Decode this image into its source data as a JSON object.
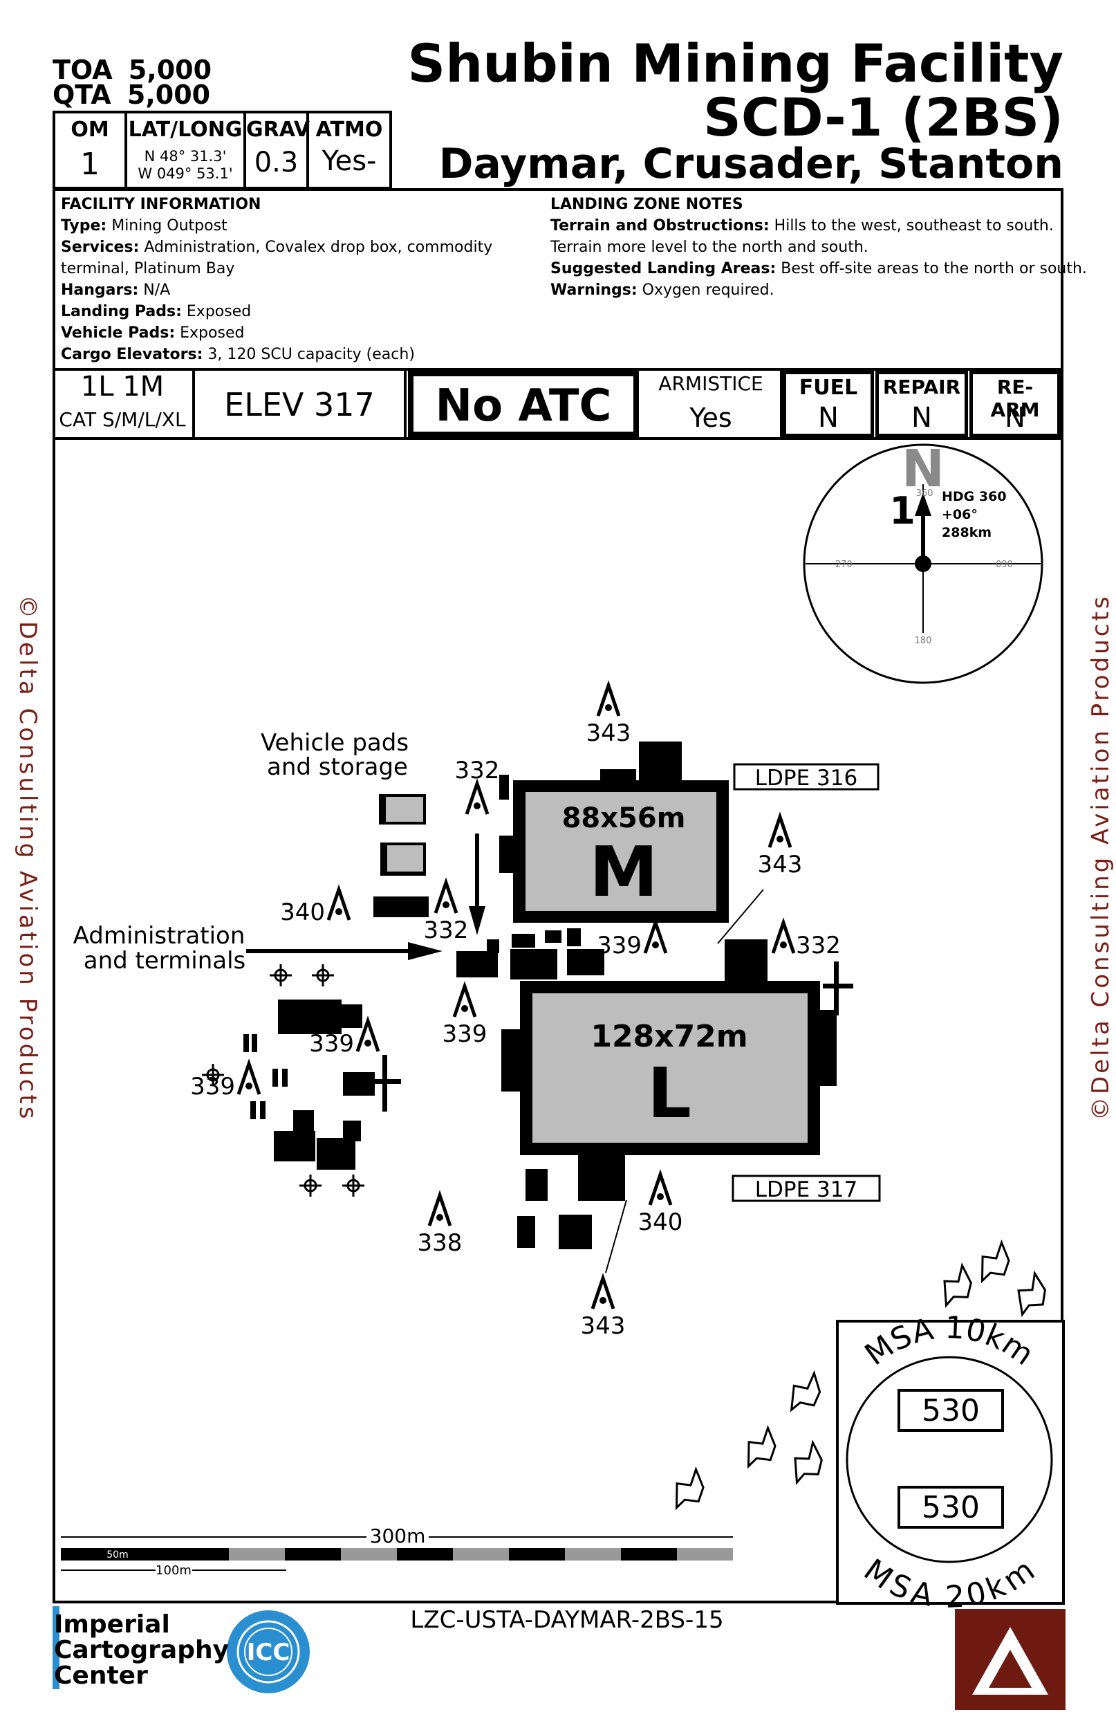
{
  "header": {
    "toa_label": "TOA",
    "toa_value": "5,000",
    "qta_label": "QTA",
    "qta_value": "5,000",
    "title_line1": "Shubin Mining Facility",
    "title_line2": "SCD-1 (2BS)",
    "title_line3": "Daymar, Crusader, Stanton"
  },
  "info_table": {
    "om_label": "OM",
    "om_value": "1",
    "latlong_label": "LAT/LONG",
    "lat_value": "N 48° 31.3'",
    "long_value": "W 049° 53.1'",
    "grav_label": "GRAV",
    "grav_value": "0.3",
    "atmo_label": "ATMO",
    "atmo_value": "Yes-"
  },
  "facility_info": {
    "heading": "FACILITY INFORMATION",
    "lines": [
      {
        "label": "Type:",
        "text": " Mining Outpost"
      },
      {
        "label": "Services:",
        "text": " Administration, Covalex drop box, commodity"
      },
      {
        "label": "",
        "text": "terminal, Platinum Bay"
      },
      {
        "label": "Hangars:",
        "text": " N/A"
      },
      {
        "label": "Landing Pads:",
        "text": " Exposed"
      },
      {
        "label": "Vehicle Pads:",
        "text": " Exposed"
      },
      {
        "label": "Cargo Elevators:",
        "text": " 3, 120 SCU capacity (each)"
      }
    ]
  },
  "landing_zone_notes": {
    "heading": "LANDING ZONE NOTES",
    "lines": [
      {
        "label": "Terrain and Obstructions:",
        "text": " Hills to the west, southeast to south."
      },
      {
        "label": "",
        "text": "Terrain more level to the north and south."
      },
      {
        "label": "Suggested Landing Areas:",
        "text": " Best off-site areas to the north or south."
      },
      {
        "label": "Warnings:",
        "text": " Oxygen required."
      }
    ]
  },
  "status_row": {
    "pads_value": "1L 1M",
    "pads_cat": "CAT S/M/L/XL",
    "elev": "ELEV 317",
    "atc": "No ATC",
    "armistice_label": "ARMISTICE",
    "armistice_value": "Yes",
    "fuel_label": "FUEL",
    "fuel_value": "N",
    "repair_label": "REPAIR",
    "repair_value": "N",
    "rearm_label": "RE-ARM",
    "rearm_value": "N"
  },
  "compass": {
    "north_letter": "N",
    "marker": "1",
    "hdg": "HDG 360",
    "variation": "+06°",
    "distance": "288km",
    "tick_360": "360",
    "tick_270": "270",
    "tick_090": "090",
    "tick_180": "180"
  },
  "map": {
    "pad_m_size": "88x56m",
    "pad_m_letter": "M",
    "pad_l_size": "128x72m",
    "pad_l_letter": "L",
    "ldpe_m": "LDPE 316",
    "ldpe_l": "LDPE 317",
    "vehicle_label_1": "Vehicle pads",
    "vehicle_label_2": "and storage",
    "admin_label_1": "Administration",
    "admin_label_2": "and terminals",
    "obstacles": [
      "343",
      "332",
      "343",
      "340",
      "332",
      "339",
      "332",
      "339",
      "339",
      "339",
      "338",
      "340",
      "343"
    ]
  },
  "msa": {
    "top_label": "MSA 10km",
    "top_value": "530",
    "bottom_label": "MSA 20km",
    "bottom_value": "530"
  },
  "scale": {
    "main": "300m",
    "fine": "50m",
    "mid": "100m"
  },
  "footer": {
    "logo_line1": "Imperial",
    "logo_line2": "Cartography",
    "logo_line3": "Center",
    "seal_text": "ICC",
    "doc_id": "LZC-USTA-DAYMAR-2BS-15"
  },
  "side": {
    "left": "©Delta Consulting Aviation Products",
    "right": "©Delta Consulting Aviation Products"
  },
  "colors": {
    "pad_fill": "#bdbdbd",
    "copyright": "#7a1f14",
    "brand_red": "#6e1a10",
    "seal_blue": "#2a8fd0",
    "grid_gray": "#999999"
  }
}
